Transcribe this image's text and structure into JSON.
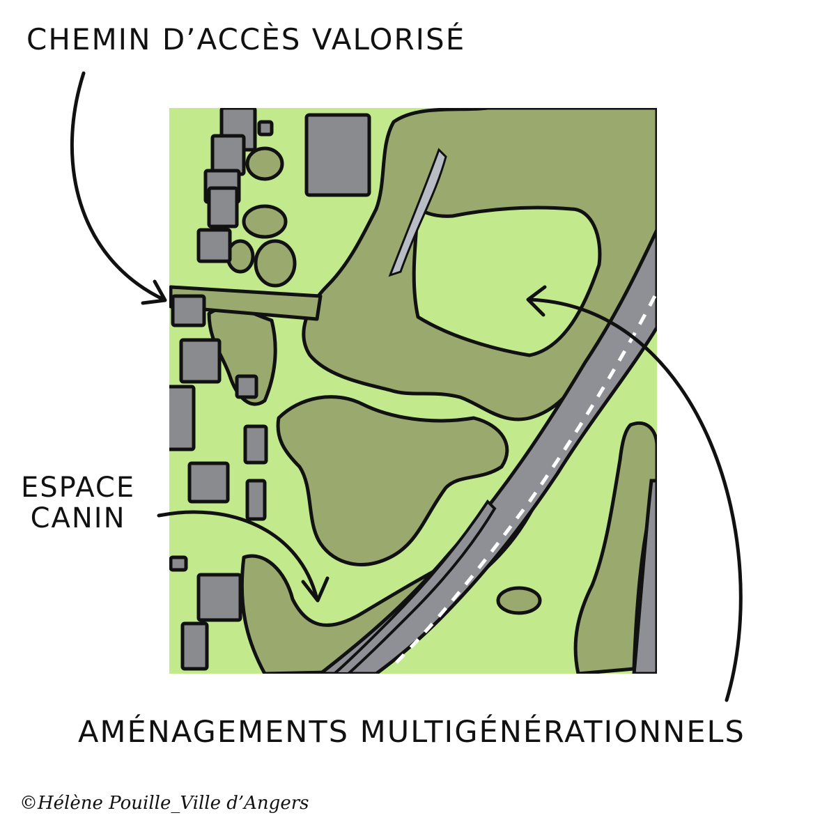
{
  "labels": {
    "chemin": "CHEMIN D’ACCÈS VALORISÉ",
    "espace_line1": "ESPACE",
    "espace_line2": "CANIN",
    "amenagements": "AMÉNAGEMENTS MULTIGÉNÉRATIONNELS"
  },
  "credit": "©Hélène Pouille_Ville d’Angers",
  "colors": {
    "grass": "#c3e98d",
    "trees": "#9aaa6f",
    "buildings": "#8a8b8f",
    "road": "#8e9096",
    "outline": "#111111"
  }
}
